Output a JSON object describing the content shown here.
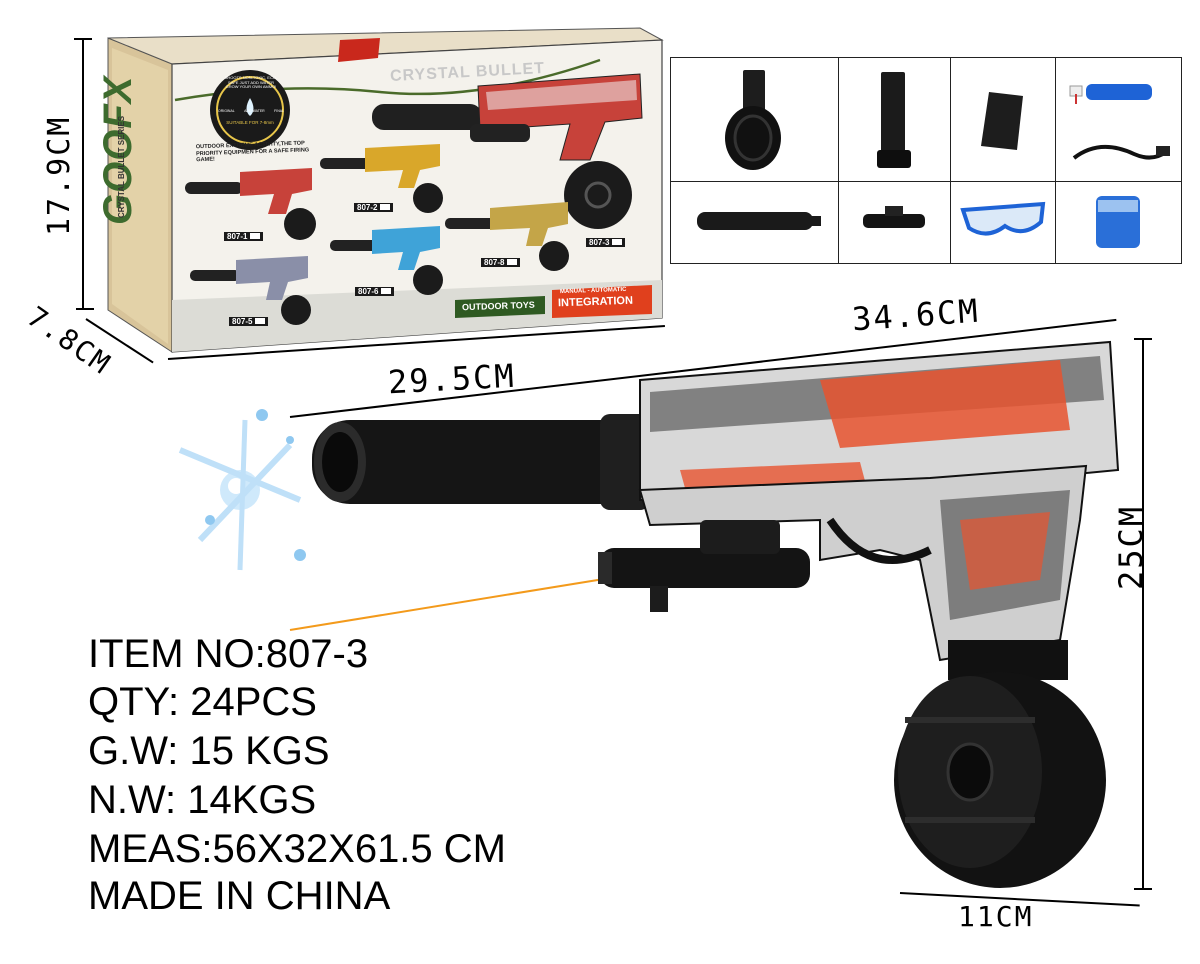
{
  "dimensions": {
    "box_height": "17.9CM",
    "box_depth": "7.8CM",
    "box_width": "29.5CM",
    "product_length": "34.6CM",
    "product_height": "25CM",
    "drum_width": "11CM"
  },
  "package": {
    "brand": "GOOFX",
    "series": "CRYSTAL BULLET SERIES",
    "banner": "CRYSTAL BULLET",
    "features": [
      "SHOOTS NON-TOXIC, ECO-SAFE JUST ADD WATER GROW YOUR OWN AMMO!",
      "ORIGINAL",
      "ADD WATER",
      "FINAL",
      "SUITABLE FOR 7-8mm"
    ],
    "tagline": "OUTDOOR EXTREME ACTIVITY,THE TOP PRIORITY EQUIPMEN FOR A SAFE FIRING GAME!",
    "variants": [
      "807-1",
      "807-2",
      "807-3",
      "807-5",
      "807-6",
      "807-8"
    ],
    "outdoor_label": "OUTDOOR TOYS",
    "mode_label": "MANUAL - AUTOMATIC",
    "integration_label": "INTEGRATION"
  },
  "accessories": [
    {
      "icon": "drum-magazine-icon"
    },
    {
      "icon": "stick-magazine-icon"
    },
    {
      "icon": "short-magazine-icon"
    },
    {
      "icon": "battery-icon"
    },
    {
      "icon": "silencer-icon"
    },
    {
      "icon": "laser-sight-icon"
    },
    {
      "icon": "safety-goggles-icon"
    },
    {
      "icon": "gel-beads-icon"
    }
  ],
  "specs": {
    "item_no": "ITEM NO:807-3",
    "qty": "QTY: 24PCS",
    "gw": "G.W: 15 KGS",
    "nw": "N.W: 14KGS",
    "meas": "MEAS:56X32X61.5 CM",
    "origin": "MADE IN CHINA"
  },
  "colors": {
    "box_green": "#3d6b2e",
    "box_orange": "#e0401d",
    "graffiti_red": "#e8542f",
    "gun_black": "#141414",
    "laser": "#f39a1b",
    "goggles_blue": "#1e63d6"
  }
}
